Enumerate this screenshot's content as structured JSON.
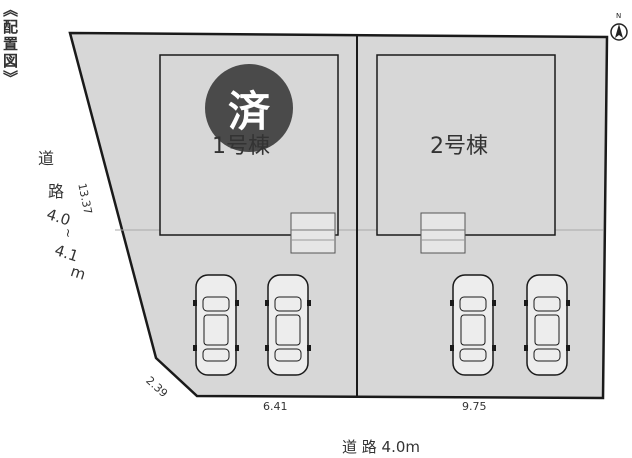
{
  "title": "《配置図》",
  "sold_badge": "済",
  "north_label": "N",
  "buildings": [
    {
      "label": "1号棟"
    },
    {
      "label": "2号棟"
    }
  ],
  "road_left": {
    "name_chars": [
      "道",
      "路"
    ],
    "width_top": "4.0",
    "range_mark": "~",
    "width_bottom": "4.1",
    "unit": "m"
  },
  "road_bottom": "道 路 4.0m",
  "dimensions": {
    "left_side": "13.37",
    "corner": "2.39",
    "frontage_lot1": "6.41",
    "frontage_lot2": "9.75"
  },
  "colors": {
    "lot_fill": "#d7d7d7",
    "line": "#1a1a1a",
    "badge": "#4a4a4a"
  }
}
